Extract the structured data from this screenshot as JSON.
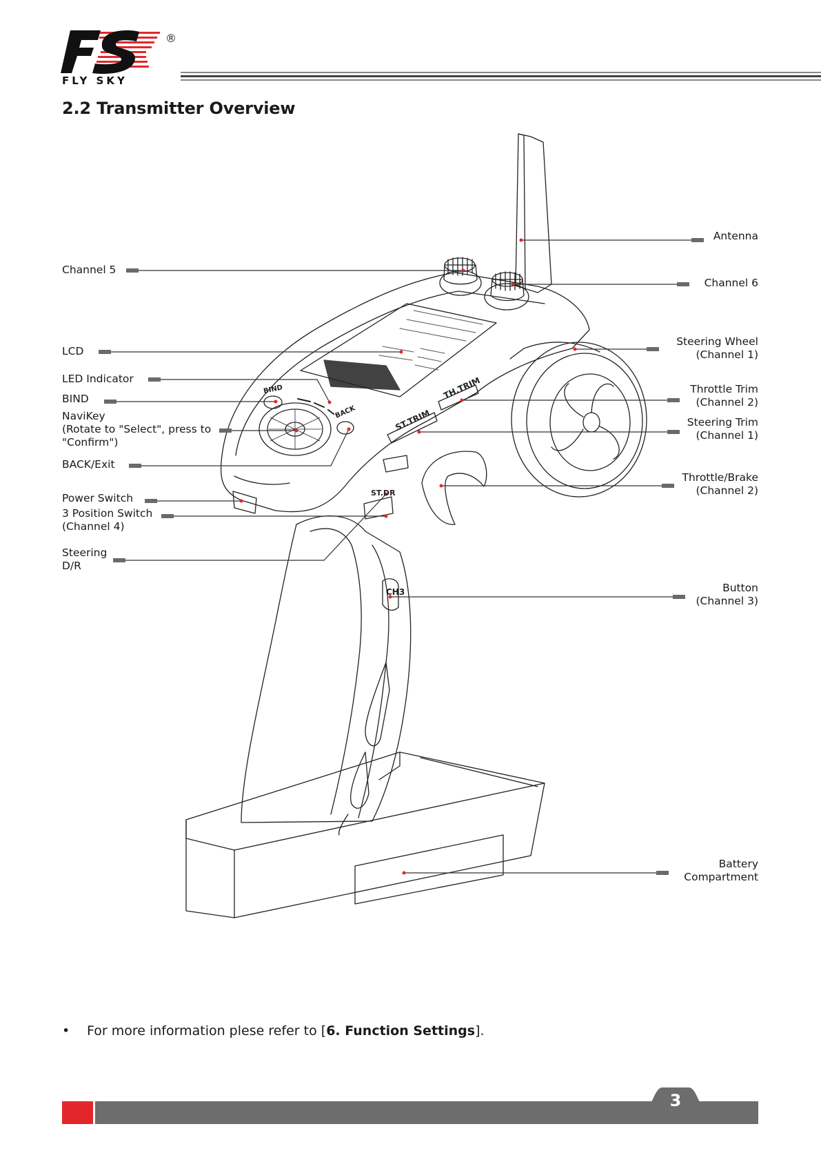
{
  "header": {
    "logo_letters": "FS",
    "brand": "FLY SKY",
    "registered_mark": "®"
  },
  "title": "2.2  Transmitter Overview",
  "labels": {
    "antenna": "Antenna",
    "channel5": "Channel 5",
    "channel6": "Channel 6",
    "lcd": "LCD",
    "steering_wheel": "Steering Wheel\n(Channel 1)",
    "led_indicator": "LED Indicator",
    "bind": "BIND",
    "throttle_trim": "Throttle Trim\n(Channel 2)",
    "navikey": "NaviKey\n(Rotate to \"Select\", press to\n\"Confirm\")",
    "steering_trim": "Steering Trim\n(Channel 1)",
    "back_exit": "BACK/Exit",
    "throttle_brake": "Throttle/Brake\n(Channel 2)",
    "power_switch": "Power Switch",
    "three_pos_switch": "3 Position Switch\n(Channel 4)",
    "steering_dr": "Steering\nD/R",
    "button_ch3": "Button\n(Channel 3)",
    "battery": "Battery\nCompartment"
  },
  "device_text": {
    "bind_btn": "BIND",
    "back_btn": "BACK",
    "st_trim": "ST.TRIM",
    "th_trim": "TH.TRIM",
    "st_dr": "ST.DR",
    "ch3": "CH3"
  },
  "note": {
    "bullet": "•",
    "prefix": "For more information plese refer to [",
    "bold": "6. Function Settings",
    "suffix": "]."
  },
  "page_number": "3",
  "colors": {
    "accent_red": "#e3262b",
    "footer_gray": "#6d6d6d",
    "leader_line": "#333333",
    "leader_tab": "#6a6a6a"
  }
}
